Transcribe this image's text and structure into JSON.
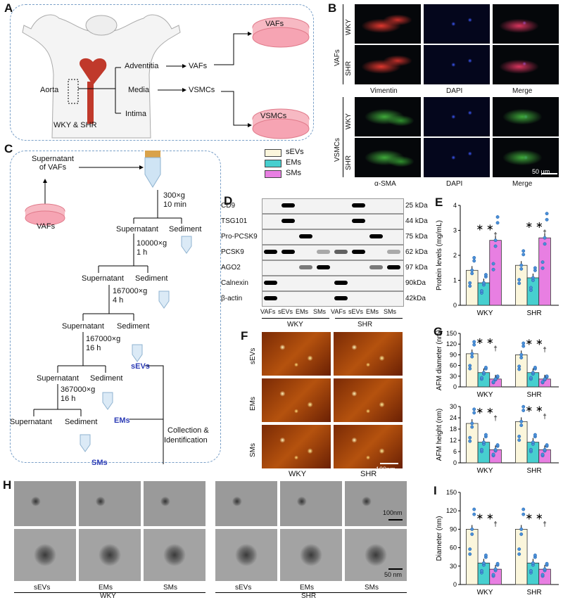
{
  "panels": {
    "A": "A",
    "B": "B",
    "C": "C",
    "D": "D",
    "E": "E",
    "F": "F",
    "G": "G",
    "H": "H",
    "I": "I"
  },
  "panelA": {
    "vafs_dish": "VAFs",
    "vsmcs_dish": "VSMCs",
    "adventitia": "Adventitia",
    "media": "Media",
    "intima": "Intima",
    "vafs": "VAFs",
    "vsmcs": "VSMCs",
    "aorta": "Aorta",
    "strain": "WKY & SHR"
  },
  "panelB": {
    "group_vafs": "VAFs",
    "group_vsmcs": "VSMCs",
    "row_wky": "WKY",
    "row_shr": "SHR",
    "col_vimentin": "Vimentin",
    "col_dapi": "DAPI",
    "col_merge": "Merge",
    "col_asma": "α-SMA",
    "col_dapi2": "DAPI",
    "col_merge2": "Merge",
    "scale": "50 μm"
  },
  "panelC": {
    "supernatant_vafs": "Supernatant of VAFs",
    "vafs": "VAFs",
    "spin1": "300×g",
    "spin1_time": "10 min",
    "supernatant": "Supernatant",
    "sediment": "Sediment",
    "spin2": "10000×g",
    "spin2_time": "1 h",
    "spin3": "167000×g",
    "spin3_time": "4 h",
    "spin4": "167000×g",
    "spin4_time": "16 h",
    "spin5": "367000×g",
    "spin5_time": "16 h",
    "sevs": "sEVs",
    "ems": "EMs",
    "sms": "SMs",
    "collection": "Collection &",
    "identification": "Identification"
  },
  "legend": {
    "items": [
      "sEVs",
      "EMs",
      "SMs"
    ],
    "colors": [
      "#fbf6dc",
      "#47cfcf",
      "#e87fe2"
    ]
  },
  "panelD": {
    "rows": [
      "CD9",
      "TSG101",
      "Pro-PCSK9",
      "PCSK9",
      "AGO2",
      "Calnexin",
      "β-actin"
    ],
    "kda": [
      "25 kDa",
      "44 kDa",
      "75 kDa",
      "62 kDa",
      "97 kDa",
      "90kDa",
      "42kDa"
    ],
    "lanes": [
      "VAFs",
      "sEVs",
      "EMs",
      "SMs",
      "VAFs",
      "sEVs",
      "EMs",
      "SMs"
    ],
    "groups": [
      "WKY",
      "SHR"
    ]
  },
  "panelF": {
    "rows": [
      "sEVs",
      "EMs",
      "SMs"
    ],
    "cols": [
      "WKY",
      "SHR"
    ],
    "scale": "100nm"
  },
  "panelH": {
    "scale_top": "100nm",
    "scale_bottom": "50 nm",
    "cols": [
      "sEVs",
      "EMs",
      "SMs",
      "sEVs",
      "EMs",
      "SMs"
    ],
    "groups": [
      "WKY",
      "SHR"
    ]
  },
  "chart_data": [
    {
      "id": "E",
      "type": "bar",
      "ylabel": "Protein levels (mg/mL)",
      "categories": [
        "WKY",
        "SHR"
      ],
      "ylim": [
        0,
        4
      ],
      "yticks": [
        0,
        1,
        2,
        3,
        4
      ],
      "series": [
        {
          "name": "sEVs",
          "values": [
            1.4,
            1.6
          ]
        },
        {
          "name": "EMs",
          "values": [
            0.9,
            1.1
          ]
        },
        {
          "name": "SMs",
          "values": [
            2.6,
            2.7
          ]
        }
      ],
      "annotations": [
        "∗ ∗",
        "†",
        "∗ ∗",
        "†"
      ]
    },
    {
      "id": "G1",
      "type": "bar",
      "ylabel": "AFM diameter (nm)",
      "categories": [
        "WKY",
        "SHR"
      ],
      "ylim": [
        0,
        150
      ],
      "yticks": [
        0,
        30,
        60,
        90,
        120,
        150
      ],
      "series": [
        {
          "name": "sEVs",
          "values": [
            93,
            90
          ]
        },
        {
          "name": "EMs",
          "values": [
            40,
            40
          ]
        },
        {
          "name": "SMs",
          "values": [
            22,
            22
          ]
        }
      ],
      "annotations": [
        "∗ ∗",
        "†",
        "∗ ∗",
        "†"
      ]
    },
    {
      "id": "G2",
      "type": "bar",
      "ylabel": "AFM height (nm)",
      "categories": [
        "WKY",
        "SHR"
      ],
      "ylim": [
        0,
        30
      ],
      "yticks": [
        0,
        6,
        12,
        18,
        24,
        30
      ],
      "series": [
        {
          "name": "sEVs",
          "values": [
            21,
            22
          ]
        },
        {
          "name": "EMs",
          "values": [
            11,
            11
          ]
        },
        {
          "name": "SMs",
          "values": [
            7,
            7
          ]
        }
      ],
      "annotations": [
        "∗ ∗",
        "†",
        "∗ ∗",
        "†"
      ]
    },
    {
      "id": "I",
      "type": "bar",
      "ylabel": "Diameter (nm)",
      "categories": [
        "WKY",
        "SHR"
      ],
      "ylim": [
        0,
        150
      ],
      "yticks": [
        0,
        30,
        60,
        90,
        120,
        150
      ],
      "series": [
        {
          "name": "sEVs",
          "values": [
            90,
            90
          ]
        },
        {
          "name": "EMs",
          "values": [
            35,
            35
          ]
        },
        {
          "name": "SMs",
          "values": [
            25,
            25
          ]
        }
      ],
      "annotations": [
        "∗ ∗",
        "†",
        "∗ ∗",
        "†"
      ]
    }
  ]
}
